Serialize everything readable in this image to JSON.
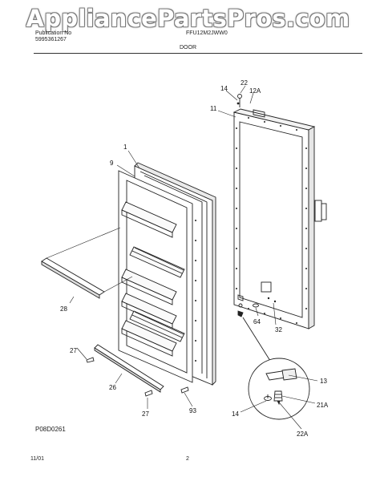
{
  "watermark": "AppliancePartsPros.com",
  "header": {
    "left_line1": "Publication No",
    "left_line2": "5995361267",
    "center_line1": "FFU12M2JWW0",
    "section_title": "DOOR"
  },
  "callouts": {
    "c1": "1",
    "c9": "9",
    "c11": "11",
    "c12a": "12A",
    "c13": "13",
    "c14_top": "14",
    "c14_bottom": "14",
    "c21a": "21A",
    "c22_top": "22",
    "c22a": "22A",
    "c26": "26",
    "c27_left": "27",
    "c27_bottom": "27",
    "c28": "28",
    "c32": "32",
    "c64": "64",
    "c93": "93"
  },
  "figure_code": "P08D0261",
  "footer": {
    "date": "11/01",
    "page": "2"
  },
  "colors": {
    "line": "#222222",
    "watermark_outline": "#7a7a7a"
  }
}
